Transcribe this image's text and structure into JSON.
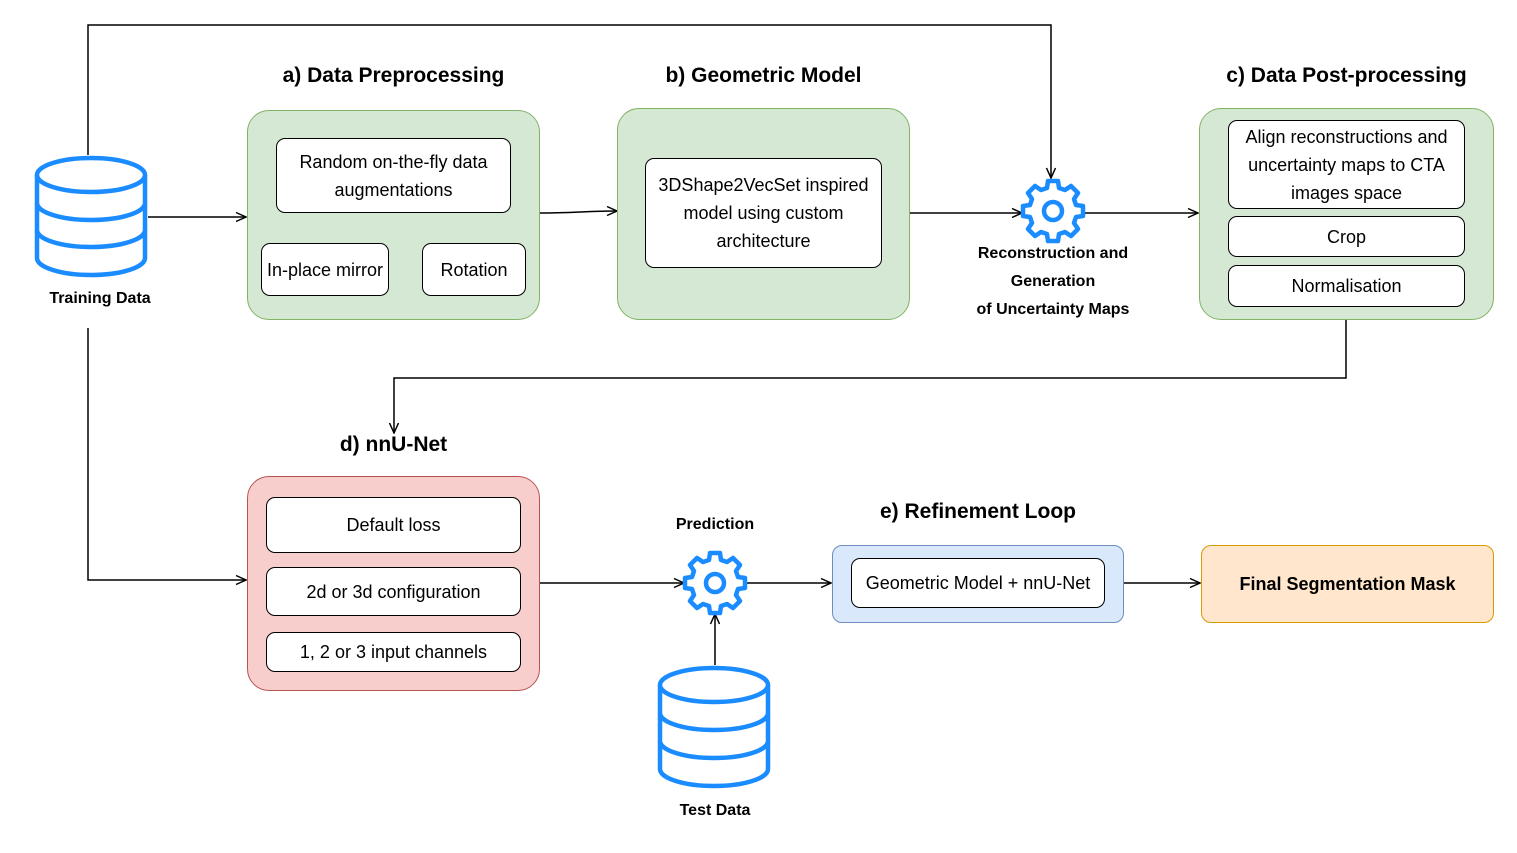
{
  "training_data": {
    "label": "Training Data"
  },
  "test_data": {
    "label": "Test Data"
  },
  "preprocessing": {
    "title": "a) Data Preprocessing",
    "augment": "Random on-the-fly data augmentations",
    "mirror": "In-place mirror",
    "rotation": "Rotation"
  },
  "geometric": {
    "title": "b) Geometric Model",
    "model": "3DShape2VecSet inspired model using custom architecture"
  },
  "reconstruction": {
    "line1": "Reconstruction and",
    "line2": "Generation",
    "line3": "of Uncertainty Maps"
  },
  "postprocessing": {
    "title": "c) Data Post-processing",
    "align": "Align reconstructions and uncertainty maps to CTA images space",
    "crop": "Crop",
    "normalisation": "Normalisation"
  },
  "nnunet": {
    "title": "d) nnU-Net",
    "loss": "Default loss",
    "config": "2d or 3d configuration",
    "channels": "1, 2 or 3 input channels"
  },
  "prediction": {
    "label": "Prediction"
  },
  "refinement": {
    "title": "e) Refinement Loop",
    "combo": "Geometric Model + nnU-Net"
  },
  "final": {
    "label": "Final Segmentation Mask"
  },
  "colors": {
    "icon_blue": "#1a8cff",
    "green_fill": "#d5e8d4",
    "green_stroke": "#82b366",
    "red_fill": "#f8cecc",
    "red_stroke": "#b85450",
    "blue_fill": "#dae8fc",
    "blue_stroke": "#6c8ebf",
    "orange_fill": "#ffe6cc",
    "orange_stroke": "#d79b00"
  },
  "icons": {
    "database": "database-icon",
    "gear": "gear-icon"
  }
}
